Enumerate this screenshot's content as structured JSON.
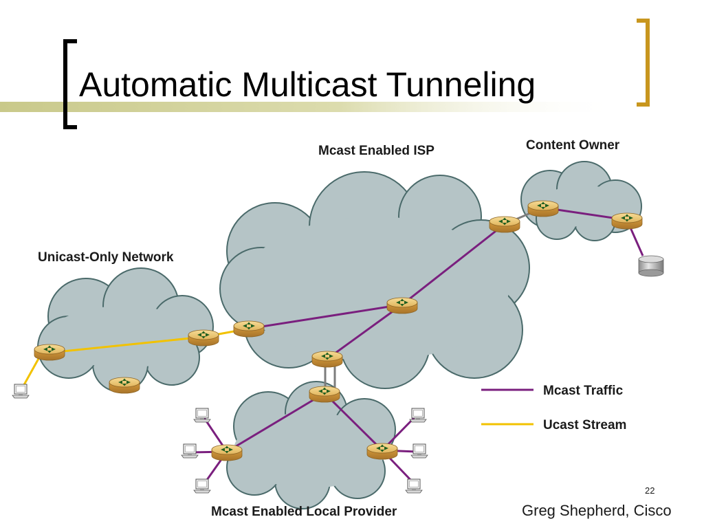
{
  "slide": {
    "title": "Automatic Multicast Tunneling",
    "page_number": "22",
    "author": "Greg Shepherd, Cisco"
  },
  "networks": {
    "isp": "Mcast Enabled ISP",
    "content_owner": "Content Owner",
    "unicast_only": "Unicast-Only Network",
    "local_provider": "Mcast Enabled Local Provider"
  },
  "legend": {
    "mcast_label": "Mcast Traffic",
    "ucast_label": "Ucast Stream",
    "mcast_color": "#7a1f7e",
    "ucast_color": "#f2c200"
  },
  "colors": {
    "accent_bar": "#c9c98a",
    "bracket": "#c8961e",
    "cloud_fill": "#b5c4c6",
    "cloud_stroke": "#4a6a6a",
    "router_fill": "#d9ab4f"
  },
  "icons": {
    "router": "router-icon",
    "pc": "pc-icon",
    "server": "server-icon"
  }
}
